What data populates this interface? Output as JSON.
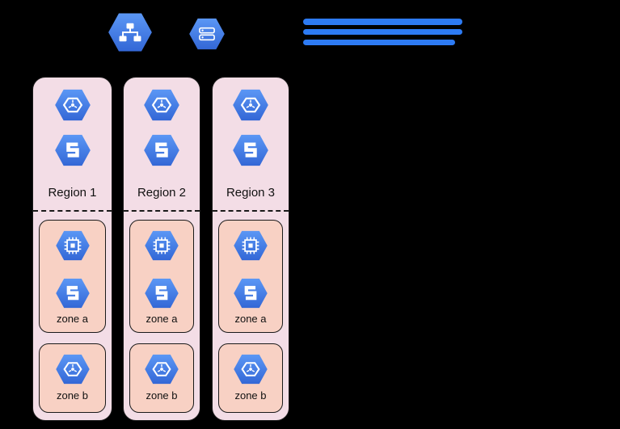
{
  "colors": {
    "background": "#000000",
    "bar_blue": "#2d7bf4",
    "region_fill": "#f3dde6",
    "zone_fill": "#f8d1c4",
    "outline": "#1a1a1a",
    "label": "#111111",
    "icon_blue_light": "#5b97f5",
    "icon_blue_dark": "#3367d6"
  },
  "header": {
    "icons": [
      {
        "name": "network-hierarchy-icon"
      },
      {
        "name": "server-storage-icon"
      }
    ],
    "redacted_line_count": 3
  },
  "icon_glyphs": {
    "gke": "hexagon-container",
    "spanner": "blocky-s",
    "chip": "processor-chip",
    "network": "node-hierarchy",
    "server": "stacked-disk-bars"
  },
  "regions": [
    {
      "label": "Region 1",
      "region_icons": [
        "gke",
        "spanner"
      ],
      "zones": [
        {
          "label": "zone a",
          "icons": [
            "chip",
            "spanner"
          ]
        },
        {
          "label": "zone b",
          "icons": [
            "gke"
          ]
        }
      ]
    },
    {
      "label": "Region 2",
      "region_icons": [
        "gke",
        "spanner"
      ],
      "zones": [
        {
          "label": "zone a",
          "icons": [
            "chip",
            "spanner"
          ]
        },
        {
          "label": "zone b",
          "icons": [
            "gke"
          ]
        }
      ]
    },
    {
      "label": "Region 3",
      "region_icons": [
        "gke",
        "spanner"
      ],
      "zones": [
        {
          "label": "zone a",
          "icons": [
            "chip",
            "spanner"
          ]
        },
        {
          "label": "zone b",
          "icons": [
            "gke"
          ]
        }
      ]
    }
  ]
}
